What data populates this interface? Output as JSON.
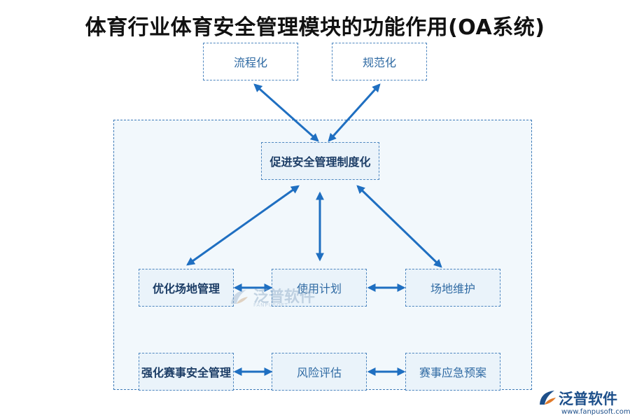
{
  "title": "体育行业体育安全管理模块的功能作用(OA系统)",
  "nodes": {
    "top_left": "流程化",
    "top_right": "规范化",
    "center": "促进安全管理制度化",
    "row1_left": "优化场地管理",
    "row1_mid": "使用计划",
    "row1_right": "场地维护",
    "row2_left": "强化赛事安全管理",
    "row2_mid": "风险评估",
    "row2_right": "赛事应急预案"
  },
  "watermark": {
    "text": "泛普软件",
    "sub": "FANPUSOFT"
  },
  "logo": {
    "text": "泛普软件",
    "url": "www.fanpusoft.com"
  },
  "colors": {
    "arrow": "#1f6fc1",
    "border": "#4f87c0",
    "panel": "#f2f8fc"
  }
}
